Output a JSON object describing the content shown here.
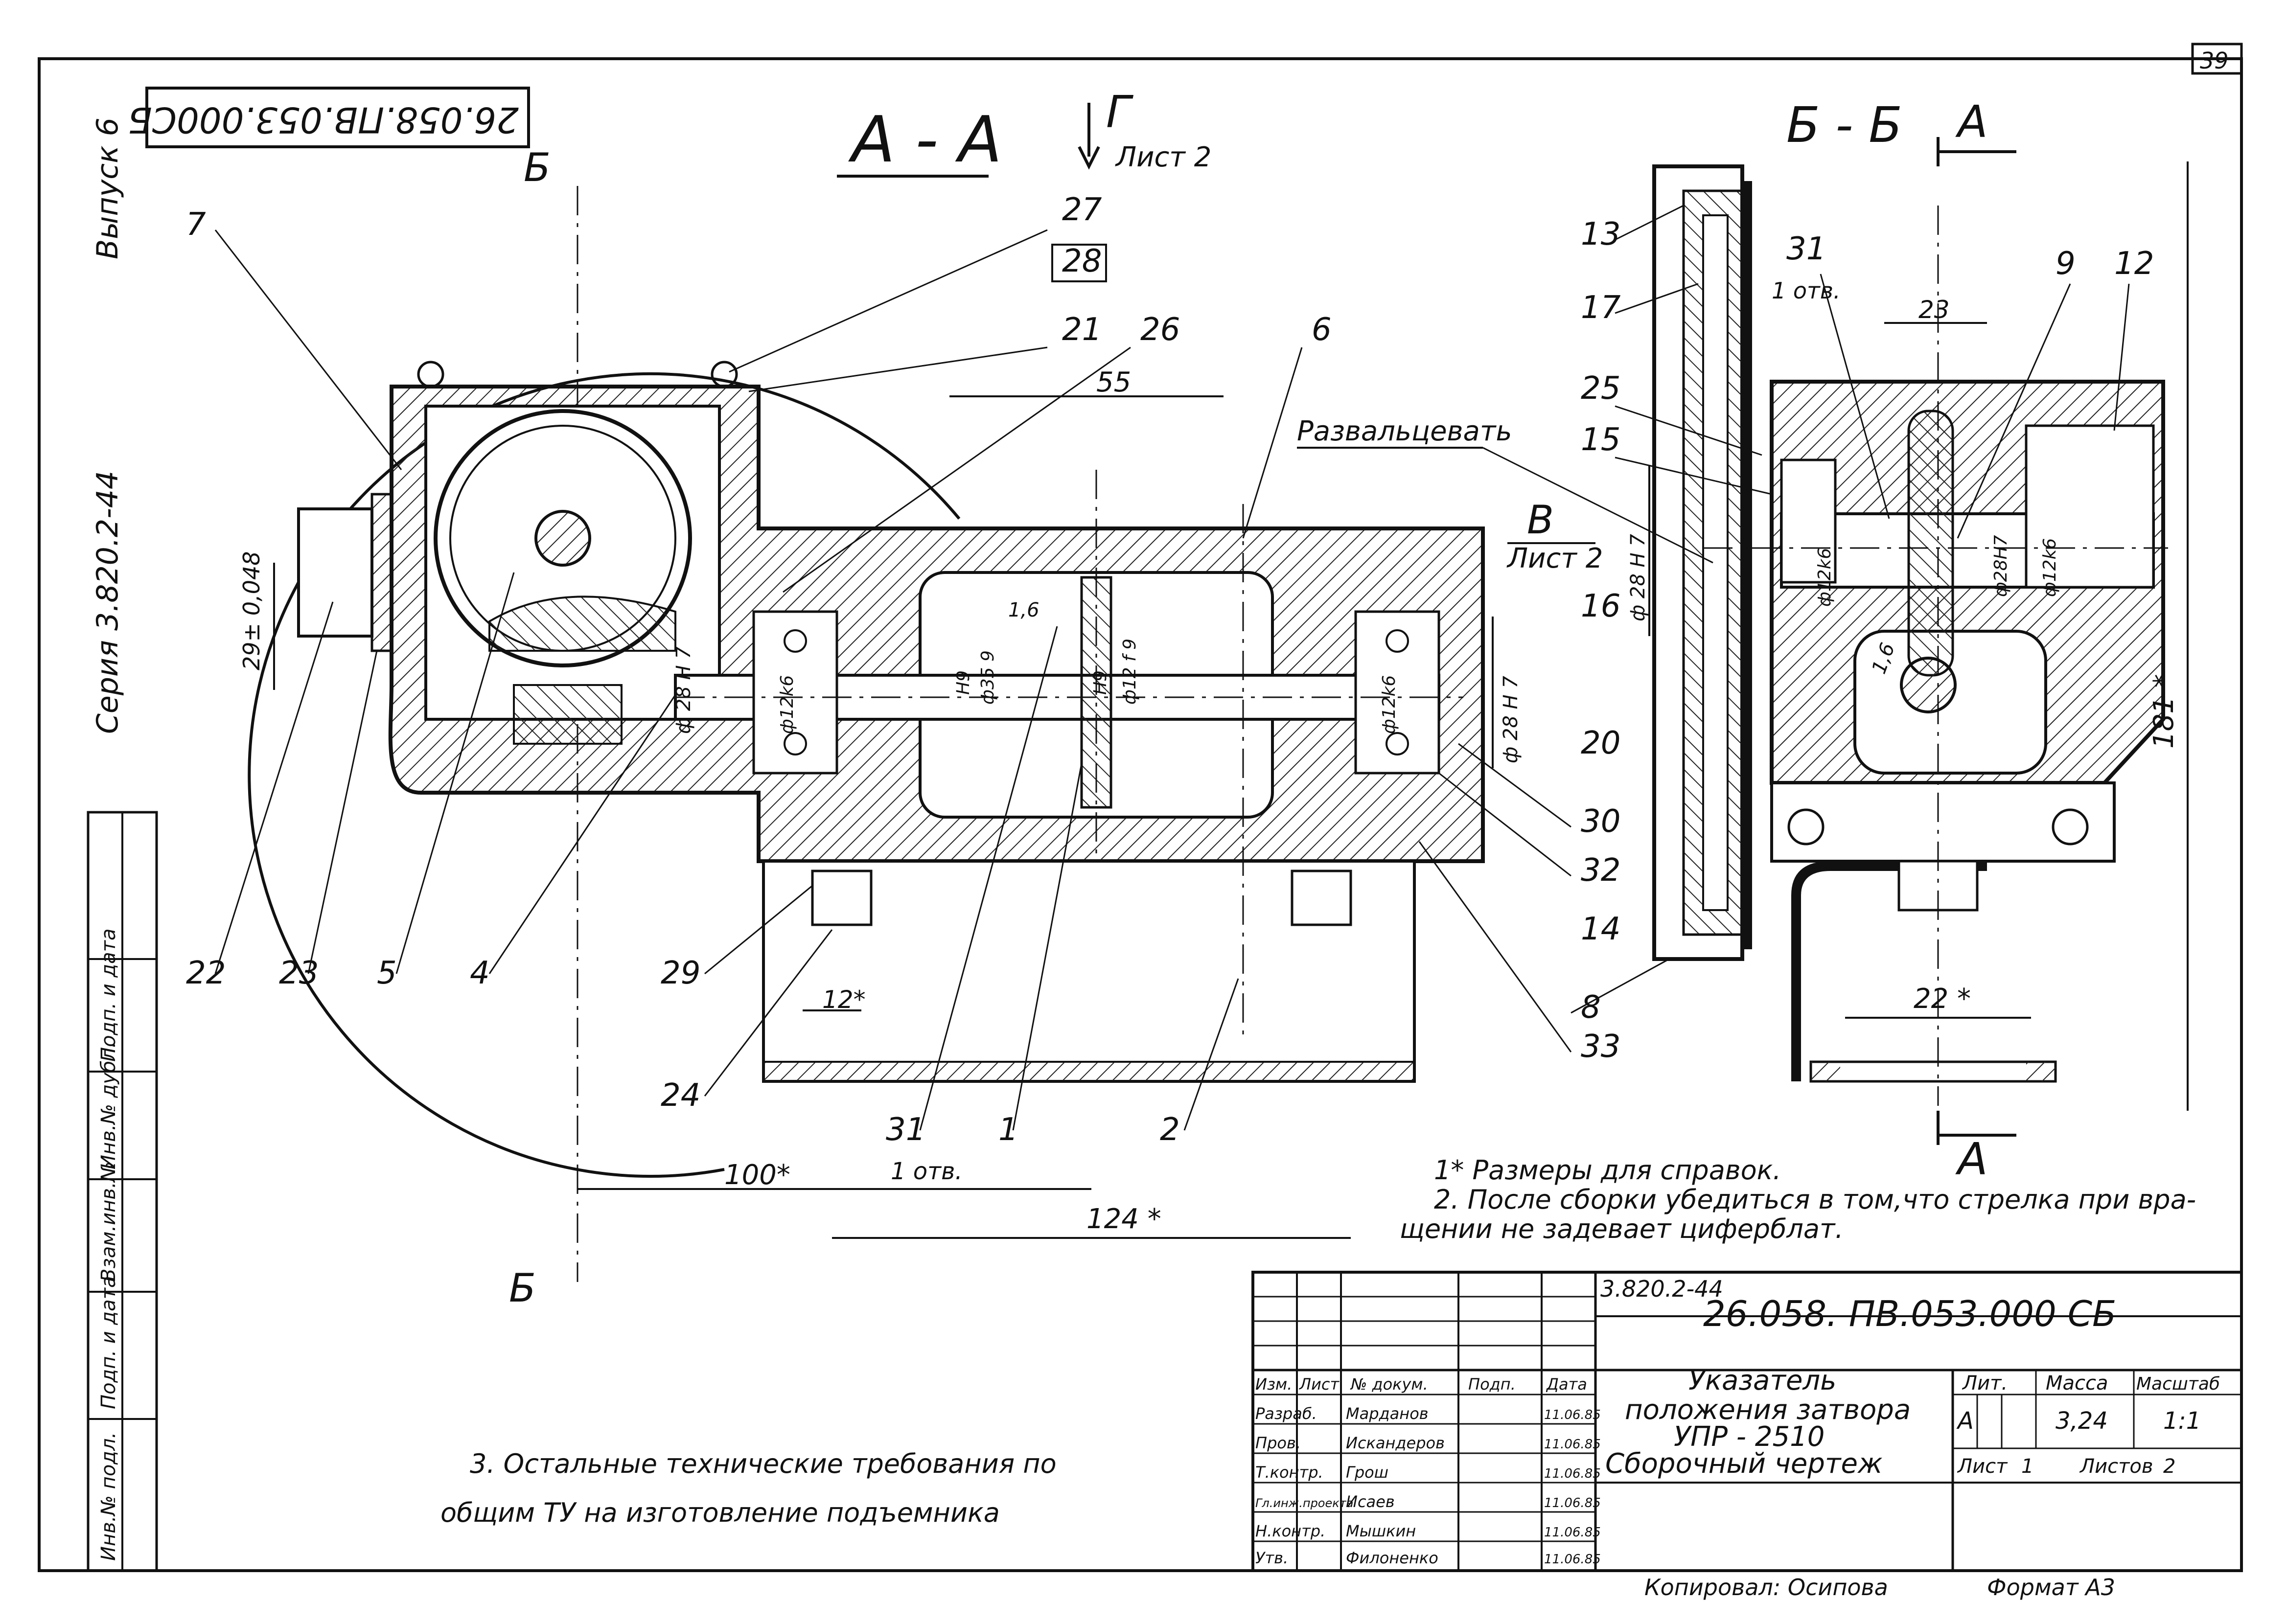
{
  "page_number": "39",
  "stamp_code_rotated": "26.058.ПВ.053.000СБ",
  "left_margin": {
    "series": "Серия 3.820.2-44",
    "issue": "Выпуск 6",
    "cells": [
      "Инв.№ подл.",
      "Подп. и дата",
      "Взам.инв.№",
      "Инв.№ дубл.",
      "Подп. и дата"
    ]
  },
  "views": {
    "section_aa": "А - А",
    "view_g": "Г",
    "view_g_sheet": "Лист 2",
    "section_bb": "Б - Б",
    "mark_a": "А",
    "mark_b": "Б",
    "view_v": "В",
    "view_v_sheet": "Лист 2"
  },
  "annotations": {
    "roll": "Развальцевать",
    "one_hole": "1 отв.",
    "one_hole_b": "1 отв."
  },
  "dimensions": {
    "d55": "55",
    "d100": "100*",
    "d124": "124 *",
    "d12": "12*",
    "d22": "22 *",
    "d23": "23",
    "d181": "181 *",
    "d29": "29± 0,048",
    "phi28h7_a": "ф 28 Н 7",
    "phi28h7_b": "ф 28 Н 7",
    "phi28h7_c": "ф 28 Н 7",
    "phi28h7_d": "ф28Н7",
    "phi12k6_a": "ф12k6",
    "phi12k6_b": "ф12k6",
    "phi12k6_c": "ф12k6",
    "phi12k6_d": "ф12k6",
    "phi35": "ф35 9",
    "h9_a": "Н9",
    "h9_b": "Н9",
    "phi12f9": "ф12 f 9",
    "rough_a": "1,6",
    "rough_b": "1,6"
  },
  "leaders": {
    "l1": "1",
    "l2": "2",
    "l4": "4",
    "l5": "5",
    "l6": "6",
    "l7": "7",
    "l8": "8",
    "l9": "9",
    "l12": "12",
    "l13": "13",
    "l14": "14",
    "l15": "15",
    "l16": "16",
    "l17": "17",
    "l20": "20",
    "l21": "21",
    "l22": "22",
    "l23": "23",
    "l24": "24",
    "l25": "25",
    "l26": "26",
    "l27": "27",
    "l28": "28",
    "l29": "29",
    "l30": "30",
    "l31a": "31",
    "l31b": "31",
    "l32": "32",
    "l33": "33"
  },
  "notes": {
    "n1": "1* Размеры для справок.",
    "n2a": "2.  После сборки убедиться в том,что стрелка при вра-",
    "n2b": "щении не задевает циферблат.",
    "n3a": "3. Остальные технические требования по",
    "n3b": "общим ТУ на изготовление подъемника"
  },
  "title_block": {
    "project_code": "3.820.2-44",
    "doc_code": "26.058. ПВ.053.000 СБ",
    "title_l1": "Указатель",
    "title_l2": "положения затвора",
    "title_l3": "УПР - 2510",
    "title_l4": "Сборочный чертеж",
    "col_headers": [
      "Изм.",
      "Лист",
      "№ докум.",
      "Подп.",
      "Дата"
    ],
    "roles": [
      {
        "role": "Разраб.",
        "name": "Марданов",
        "date": "11.06.85"
      },
      {
        "role": "Пров.",
        "name": "Искандеров",
        "date": "11.06.85"
      },
      {
        "role": "Т.контр.",
        "name": "Грош",
        "date": "11.06.85"
      },
      {
        "role": "Гл.инж.проекта",
        "name": "Исаев",
        "date": "11.06.85"
      },
      {
        "role": "Н.контр.",
        "name": "Мышкин",
        "date": "11.06.85"
      },
      {
        "role": "Утв.",
        "name": "Филоненко",
        "date": "11.06.85"
      }
    ],
    "lit_label": "Лит.",
    "mass_label": "Масса",
    "scale_label": "Масштаб",
    "lit_value": "А",
    "mass_value": "3,24",
    "scale_value": "1:1",
    "sheet_label": "Лист",
    "sheet_value": "1",
    "sheets_label": "Листов",
    "sheets_value": "2",
    "copied": "Копировал: Осипова",
    "format": "Формат  А3"
  }
}
